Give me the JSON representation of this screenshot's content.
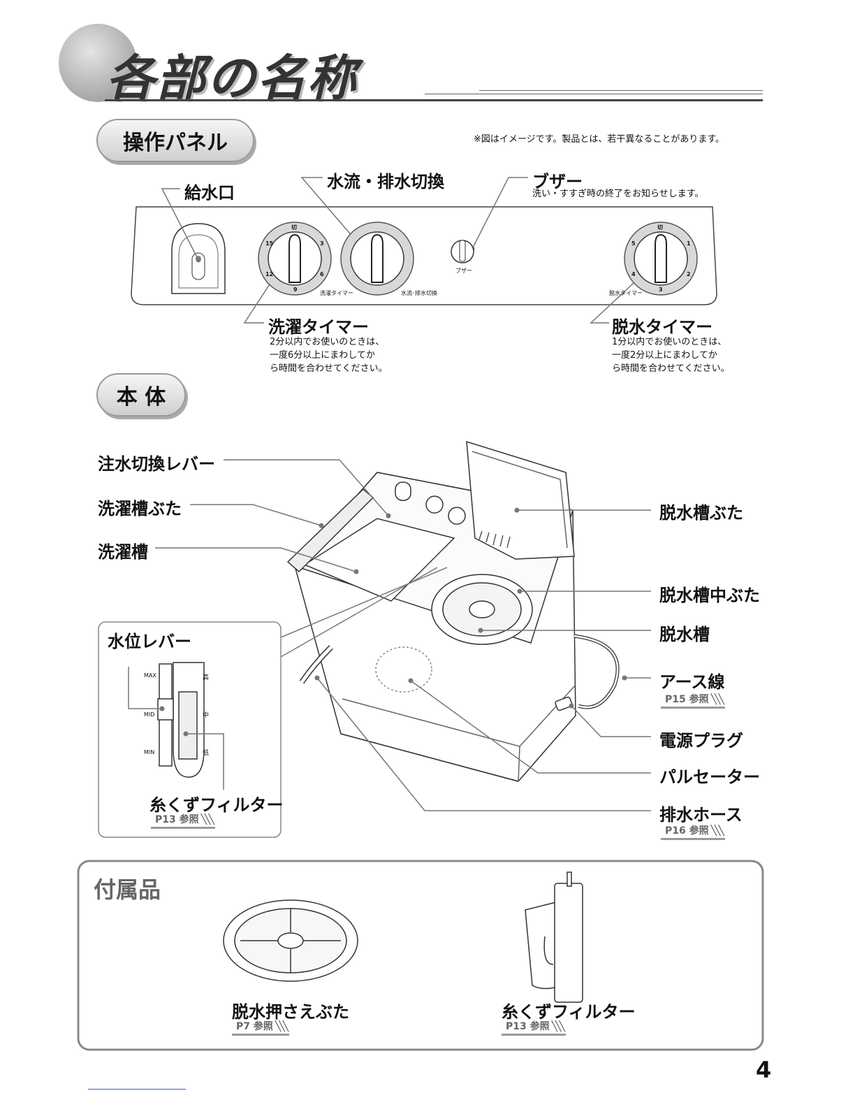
{
  "page": {
    "title": "各部の名称",
    "note": "※図はイメージです。製品とは、若干異なることがあります。",
    "page_number": "4"
  },
  "panel": {
    "heading": "操作パネル",
    "labels": {
      "water_inlet": "給水口",
      "flow_switch": "水流・排水切換",
      "buzzer": "ブザー",
      "buzzer_desc": "洗い・すすぎ時の終了をお知らせします。",
      "wash_timer": "洗濯タイマー",
      "wash_timer_desc": "2分以内でお使いのときは、\n一度6分以上にまわしてか\nら時間を合わせてください。",
      "spin_timer": "脱水タイマー",
      "spin_timer_desc": "1分以内でお使いのときは、\n一度2分以上にまわしてか\nら時間を合わせてください。"
    },
    "dial_captions": {
      "wash": "洗濯タイマー",
      "flow": "水流･排水切換",
      "buzzer": "ブザー",
      "spin": "脱水タイマー"
    },
    "wash_dial_marks": [
      "切",
      "3",
      "6",
      "9",
      "12",
      "15"
    ],
    "spin_dial_marks": [
      "切",
      "1",
      "2",
      "3",
      "4",
      "5"
    ]
  },
  "body": {
    "heading": "本 体",
    "labels": {
      "inlet_lever": "注水切換レバー",
      "wash_lid": "洗濯槽ぶた",
      "wash_tub": "洗濯槽",
      "spin_lid": "脱水槽ぶた",
      "spin_inner_lid": "脱水槽中ぶた",
      "spin_tub": "脱水槽",
      "earth_wire": "アース線",
      "earth_ref": "P15 参照",
      "plug": "電源プラグ",
      "pulsator": "パルセーター",
      "drain_hose": "排水ホース",
      "drain_ref": "P16 参照"
    },
    "water_level": {
      "title": "水位レバー",
      "filter": "糸くずフィルター",
      "filter_ref": "P13 参照",
      "marks_left": [
        "MAX",
        "MID",
        "MIN"
      ],
      "marks_right": [
        "高",
        "中",
        "低"
      ]
    }
  },
  "accessories": {
    "heading": "付属品",
    "items": [
      {
        "name": "脱水押さえぶた",
        "ref": "P7 参照"
      },
      {
        "name": "糸くずフィルター",
        "ref": "P13 参照"
      }
    ]
  }
}
